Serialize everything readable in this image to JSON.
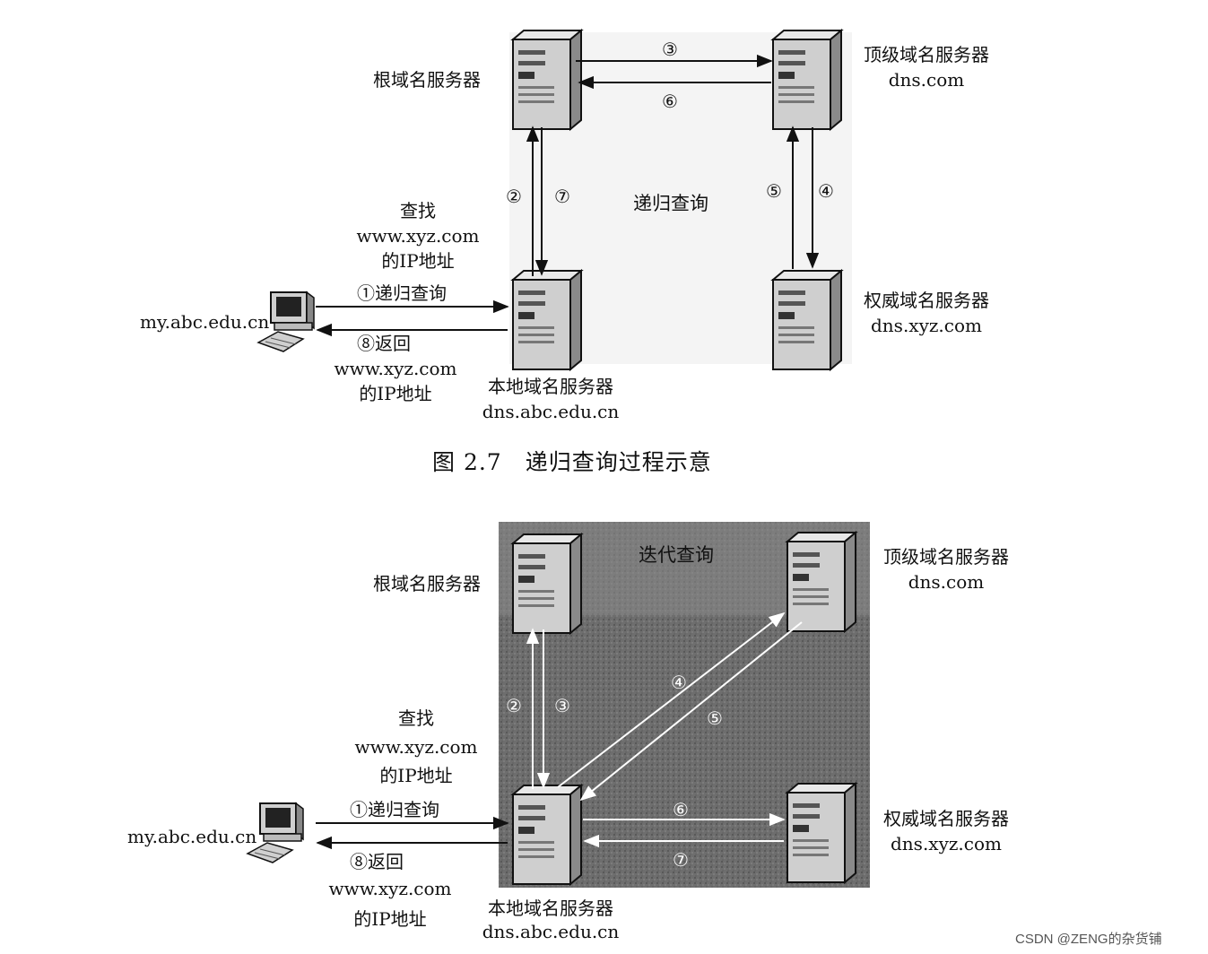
{
  "top": {
    "root_label": "根域名服务器",
    "tld_label": "顶级域名服务器",
    "tld_host": "dns.com",
    "auth_label": "权威域名服务器",
    "auth_host": "dns.xyz.com",
    "local_label": "本地域名服务器",
    "local_host": "dns.abc.edu.cn",
    "client_host": "my.abc.edu.cn",
    "query_l1": "查找",
    "query_l2": "www.xyz.com",
    "query_l3": "的IP地址",
    "step1": "①递归查询",
    "step8": "⑧返回",
    "return_l2": "www.xyz.com",
    "return_l3": "的IP地址",
    "center_label": "递归查询",
    "n2": "②",
    "n3": "③",
    "n4": "④",
    "n5": "⑤",
    "n6": "⑥",
    "n7": "⑦"
  },
  "caption": "图 2.7　递归查询过程示意",
  "bottom": {
    "root_label": "根域名服务器",
    "tld_label": "顶级域名服务器",
    "tld_host": "dns.com",
    "auth_label": "权威域名服务器",
    "auth_host": "dns.xyz.com",
    "local_label": "本地域名服务器",
    "local_host": "dns.abc.edu.cn",
    "client_host": "my.abc.edu.cn",
    "query_l1": "查找",
    "query_l2": "www.xyz.com",
    "query_l3": "的IP地址",
    "step1": "①递归查询",
    "step8": "⑧返回",
    "return_l2": "www.xyz.com",
    "return_l3": "的IP地址",
    "center_label": "迭代查询",
    "n2": "②",
    "n3": "③",
    "n4": "④",
    "n5": "⑤",
    "n6": "⑥",
    "n7": "⑦"
  },
  "watermark": "CSDN @ZENG的杂货铺",
  "colors": {
    "ink": "#111111",
    "shade": "#6a6a6a",
    "shade_top": "#7a7a7a",
    "server": "#d8d8d8"
  }
}
